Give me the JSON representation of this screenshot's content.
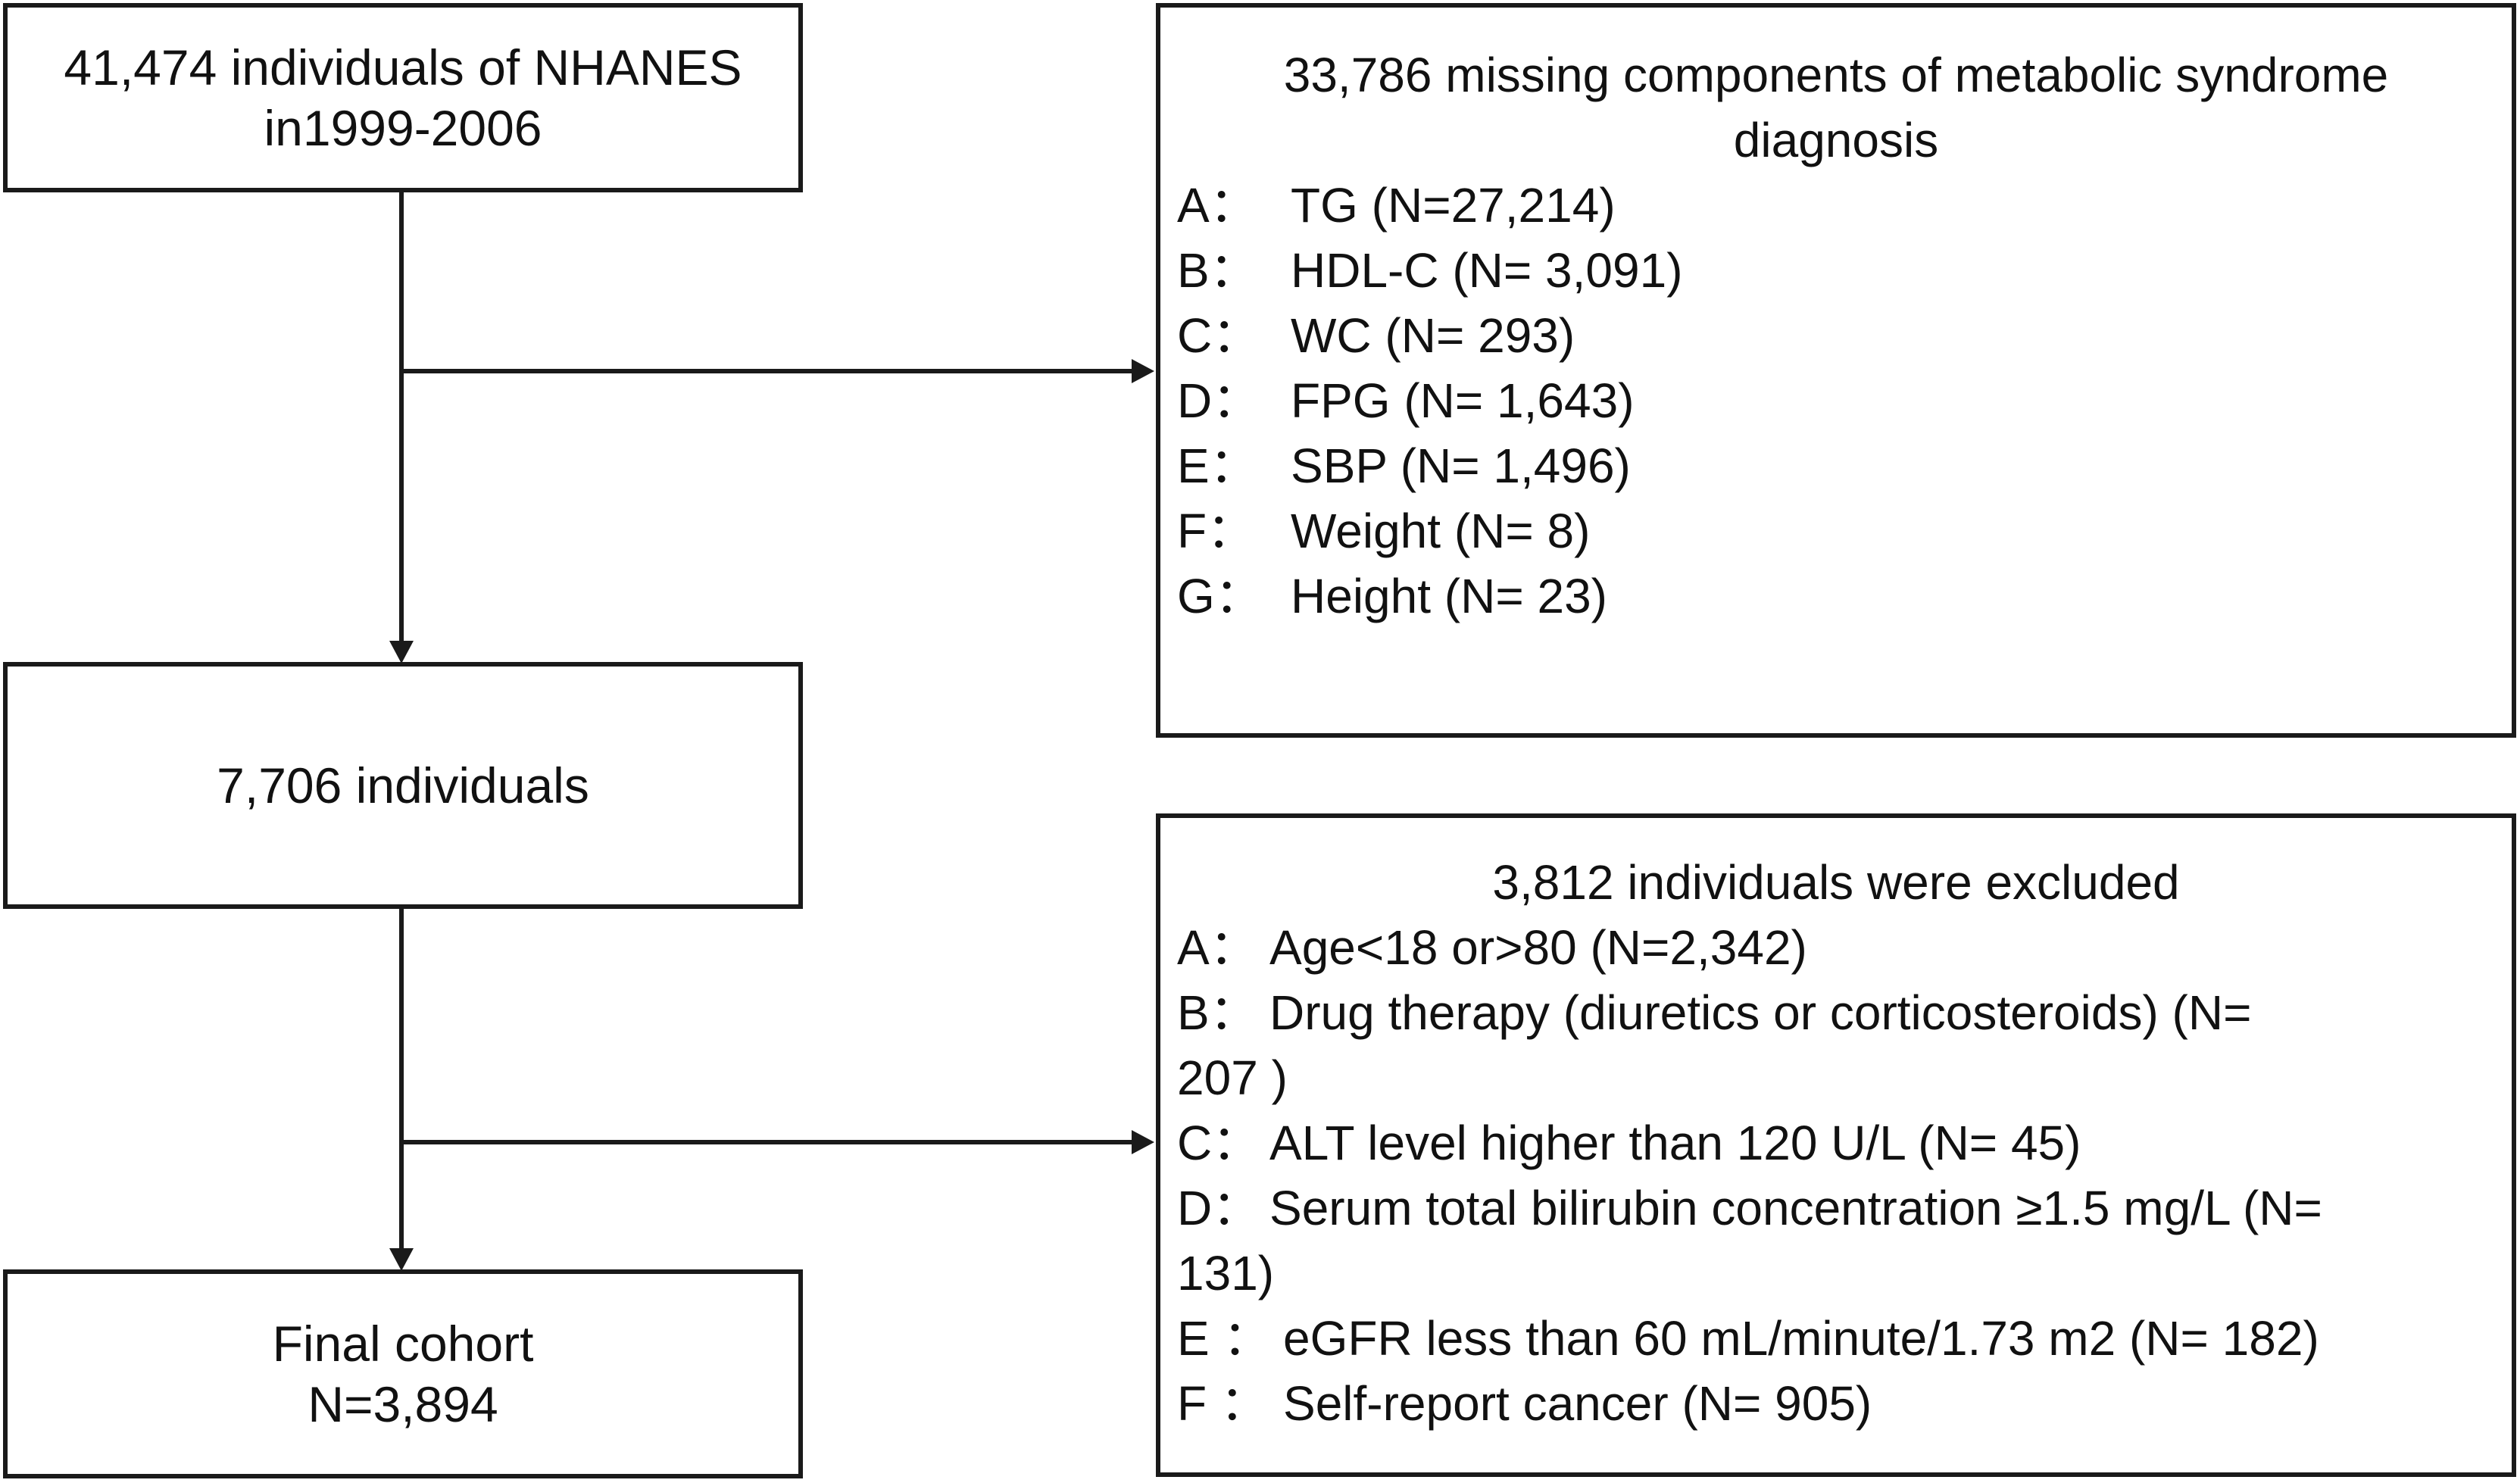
{
  "start": {
    "line1": "41,474 individuals of NHANES",
    "line2": "in1999-2006"
  },
  "missing": {
    "title_line1": "33,786 missing components of metabolic syndrome",
    "title_line2": "diagnosis",
    "items": [
      {
        "label": "A：",
        "text": "TG (N=27,214)"
      },
      {
        "label": "B：",
        "text": "HDL-C (N= 3,091)"
      },
      {
        "label": "C：",
        "text": "WC (N= 293)"
      },
      {
        "label": "D：",
        "text": "FPG (N= 1,643)"
      },
      {
        "label": "E：",
        "text": "SBP (N= 1,496)"
      },
      {
        "label": "F：",
        "text": "Weight (N= 8)"
      },
      {
        "label": "G：",
        "text": "Height (N= 23)"
      }
    ]
  },
  "middle": {
    "line1": "7,706 individuals"
  },
  "excluded": {
    "title": "3,812 individuals were excluded",
    "items": [
      {
        "label": "A：",
        "line1": "Age<18 or>80 (N=2,342)",
        "line2": ""
      },
      {
        "label": "B：",
        "line1": "Drug therapy (diuretics or corticosteroids) (N=",
        "line2": "207 )"
      },
      {
        "label": "C：",
        "line1": "ALT level higher than 120 U/L (N= 45)",
        "line2": ""
      },
      {
        "label": "D：",
        "line1": "Serum total bilirubin concentration ≥1.5 mg/L (N=",
        "line2": "131)"
      },
      {
        "label": "E ：",
        "line1": "eGFR less than 60 mL/minute/1.73 m2 (N= 182)",
        "line2": ""
      },
      {
        "label": "F ：",
        "line1": "Self-report cancer (N= 905)",
        "line2": ""
      }
    ]
  },
  "final": {
    "line1": "Final cohort",
    "line2": "N=3,894"
  }
}
